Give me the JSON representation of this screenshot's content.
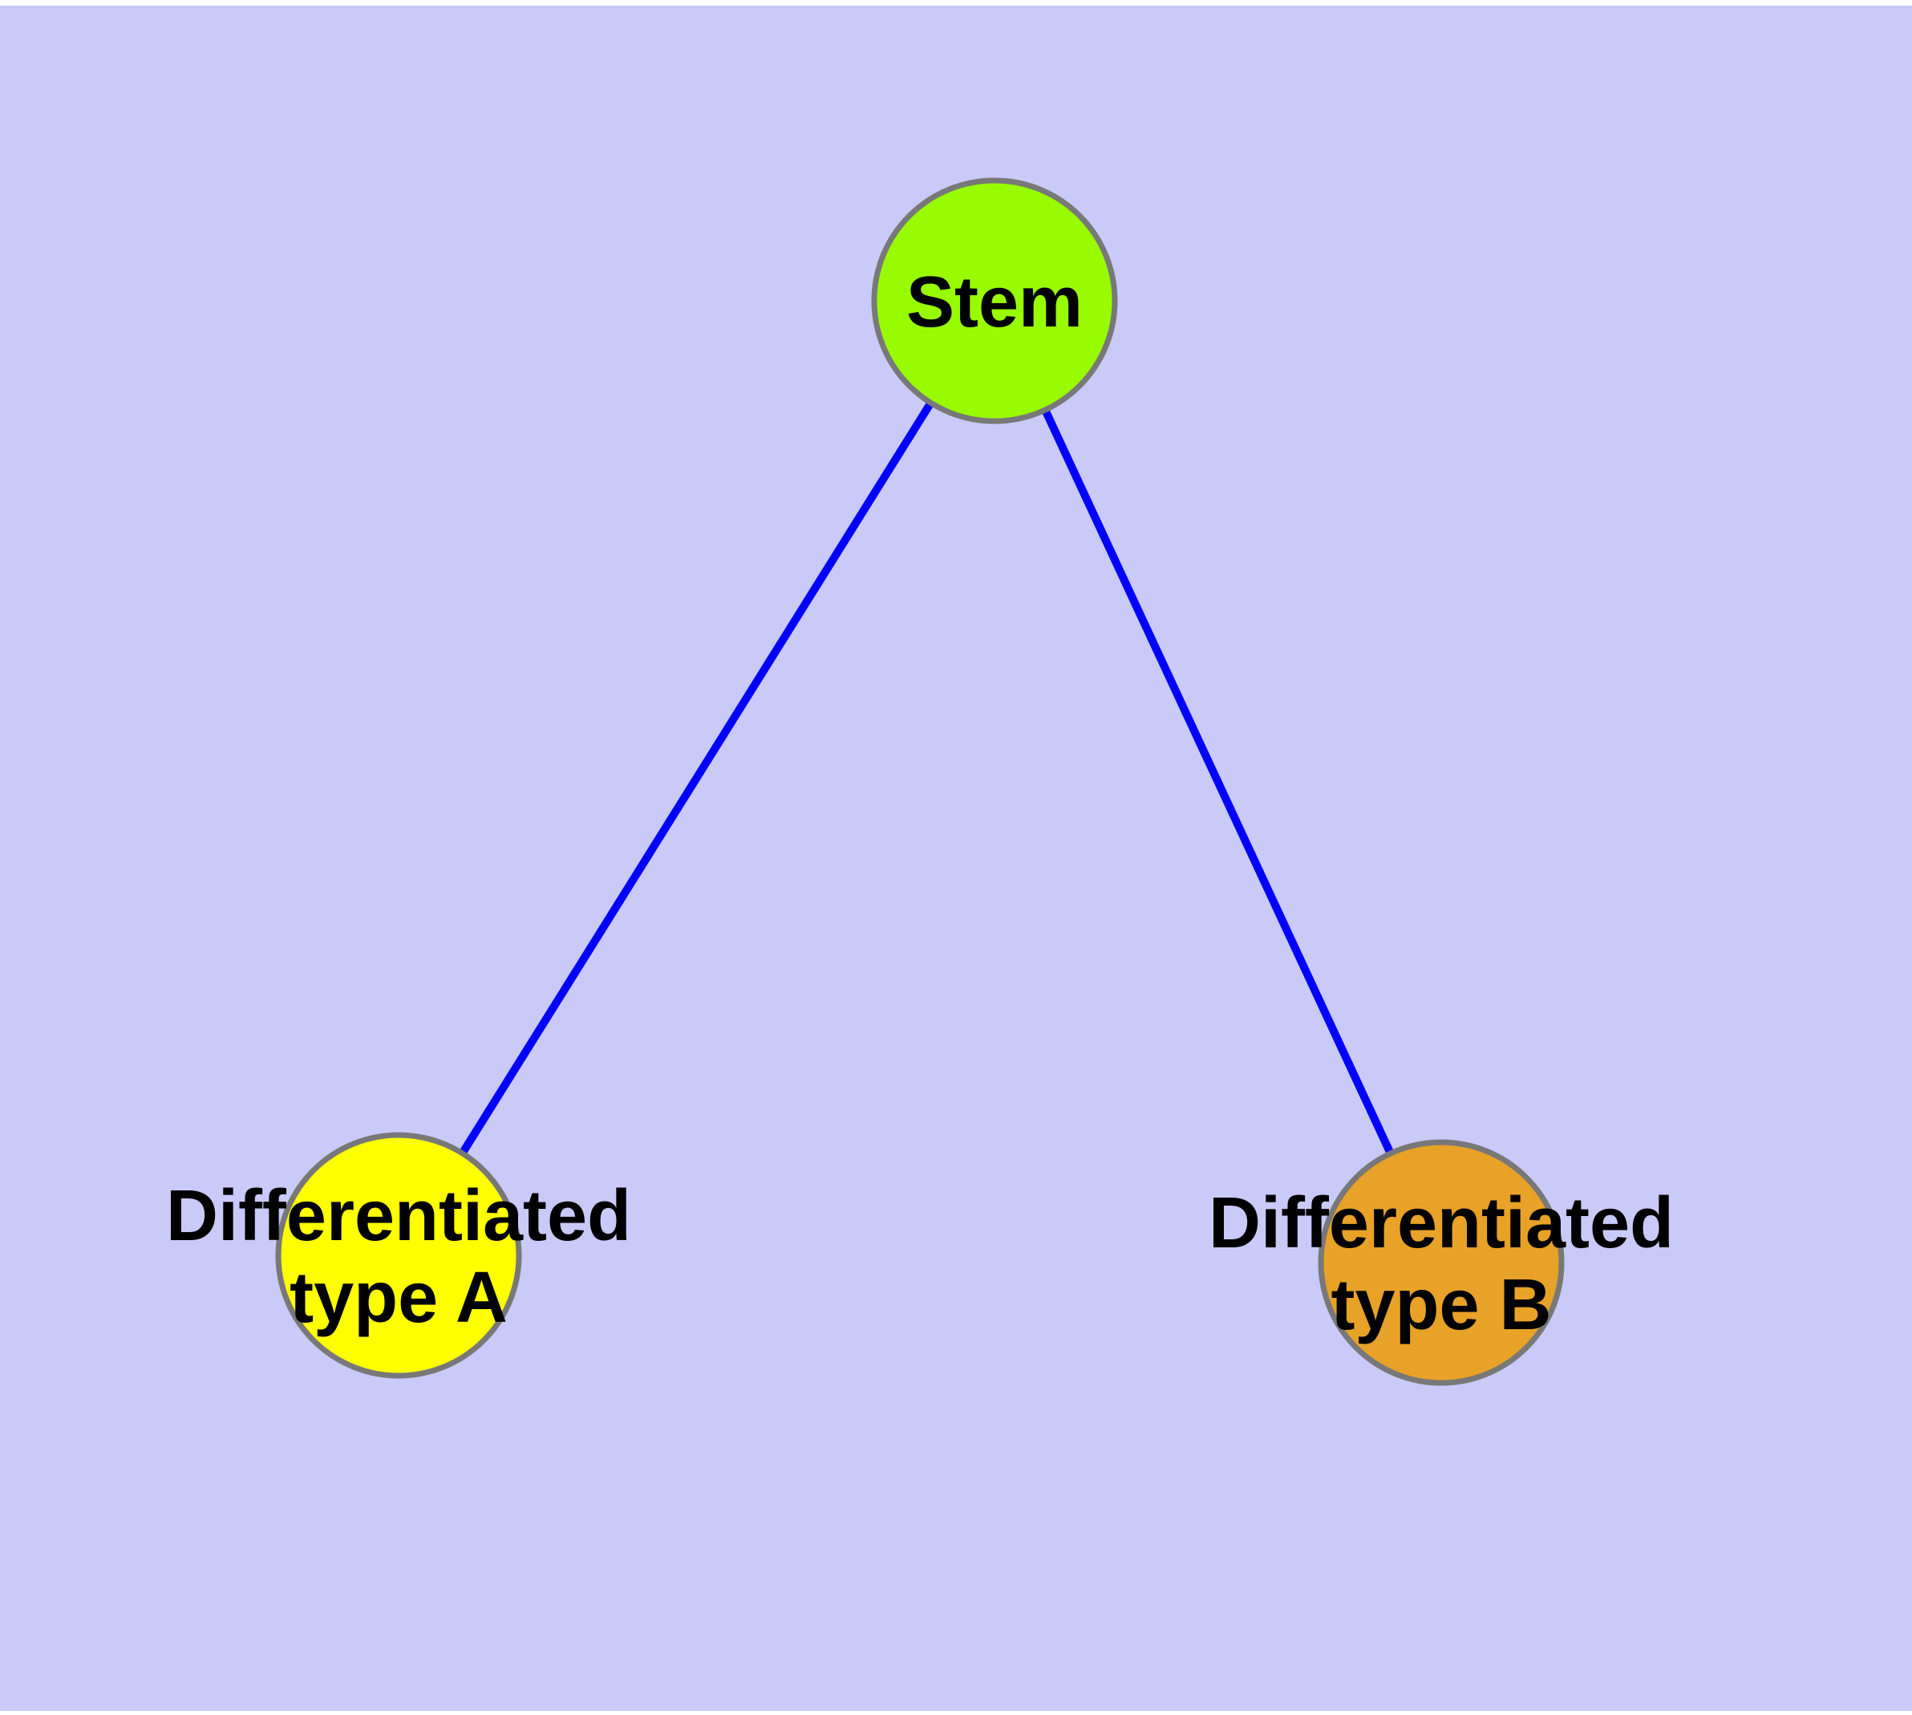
{
  "diagram": {
    "title": "",
    "background_color": "#CACAF8",
    "frame_color": "#FFFFFF",
    "edge_color": "#0000FF",
    "node_border_color": "#787878",
    "label_color": "#000000",
    "nodes": [
      {
        "id": "stem",
        "label": "Stem",
        "fill": "#98FB00"
      },
      {
        "id": "differentiated-type-a",
        "label_line1": "Differentiated",
        "label_line2": "type A",
        "fill": "#FFFF00"
      },
      {
        "id": "differentiated-type-b",
        "label_line1": "Differentiated",
        "label_line2": "type B",
        "fill": "#E8A227"
      }
    ],
    "edges": [
      {
        "from": "Stem",
        "to": "Differentiated type A"
      },
      {
        "from": "Stem",
        "to": "Differentiated type B"
      }
    ]
  }
}
